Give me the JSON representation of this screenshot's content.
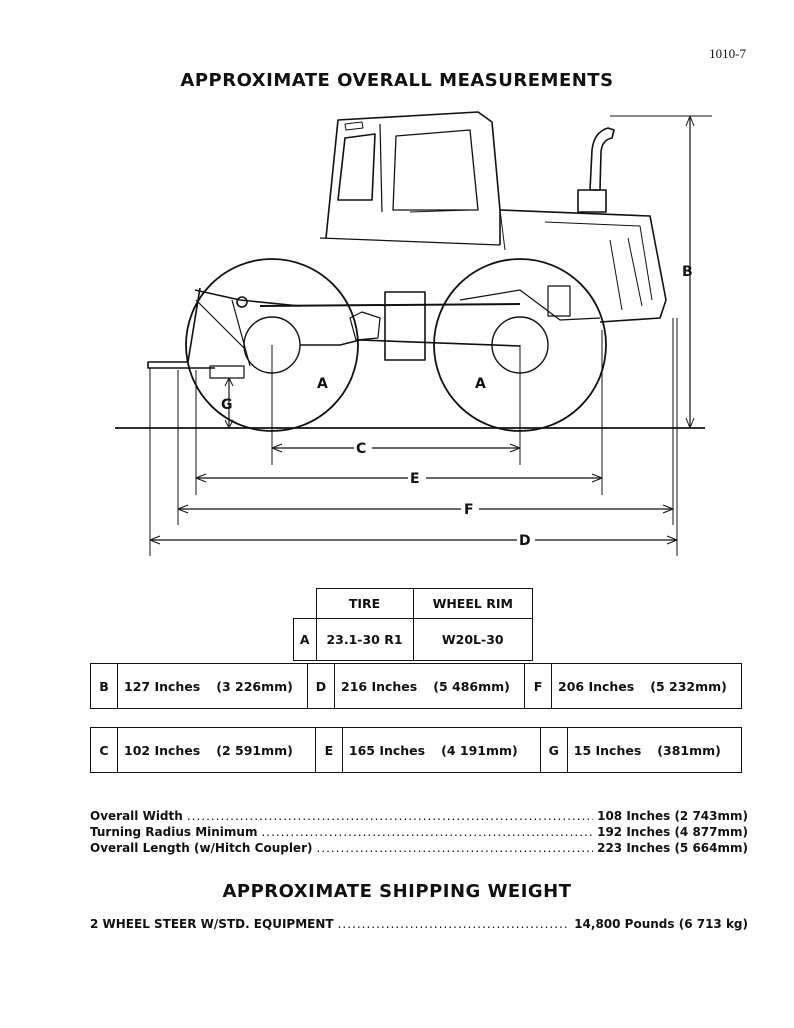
{
  "page_number": "1010-7",
  "headings": {
    "overall": "APPROXIMATE OVERALL MEASUREMENTS",
    "shipping": "APPROXIMATE SHIPPING WEIGHT"
  },
  "diagram_labels": {
    "A_front": "A",
    "A_rear": "A",
    "B": "B",
    "C": "C",
    "D": "D",
    "E": "E",
    "F": "F",
    "G": "G"
  },
  "tire_table": {
    "headers": [
      "TIRE",
      "WHEEL RIM"
    ],
    "row": {
      "letter": "A",
      "tire": "23.1-30 R1",
      "rim": "W20L-30"
    }
  },
  "dimension_rows": [
    [
      {
        "letter": "B",
        "inches": "127 Inches",
        "mm": "(3 226mm)"
      },
      {
        "letter": "D",
        "inches": "216 Inches",
        "mm": "(5 486mm)"
      },
      {
        "letter": "F",
        "inches": "206 Inches",
        "mm": "(5 232mm)"
      }
    ],
    [
      {
        "letter": "C",
        "inches": "102 Inches",
        "mm": "(2 591mm)"
      },
      {
        "letter": "E",
        "inches": "165 Inches",
        "mm": "(4 191mm)"
      },
      {
        "letter": "G",
        "inches": "15 Inches",
        "mm": "(381mm)"
      }
    ]
  ],
  "specs": [
    {
      "label": "Overall Width",
      "value": "108 Inches (2 743mm)"
    },
    {
      "label": "Turning Radius Minimum",
      "value": "192 Inches (4 877mm)"
    },
    {
      "label": "Overall Length (w/Hitch Coupler)",
      "value": "223 Inches (5 664mm)"
    }
  ],
  "shipping": {
    "label": "2 WHEEL STEER W/STD. EQUIPMENT",
    "value": "14,800 Pounds (6 713 kg)"
  }
}
